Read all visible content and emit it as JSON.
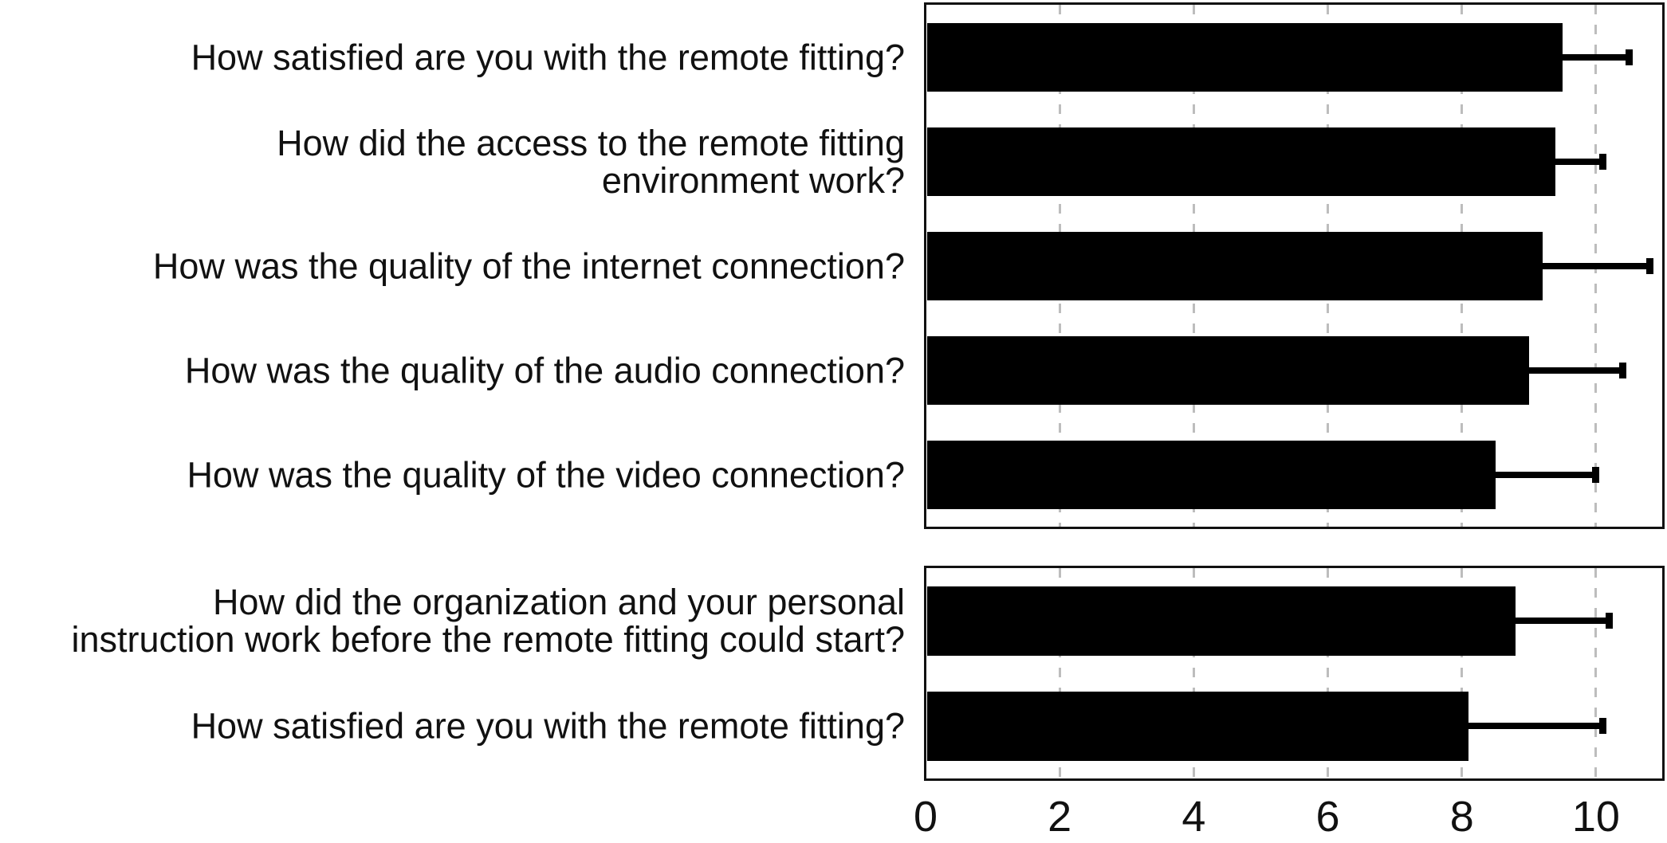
{
  "figure": {
    "description": "Two-panel horizontal bar chart of remote fitting survey questions, means with upper error bars, scale 0-10",
    "colors": {
      "background": "#ffffff",
      "bar": "#000000",
      "grid": "#bdbdbd",
      "frame": "#111111",
      "text": "#111111"
    }
  },
  "chart_data": {
    "type": "bar",
    "orientation": "horizontal",
    "xlabel": "",
    "ylabel": "",
    "xlim": [
      0,
      11
    ],
    "xticks": [
      0,
      2,
      4,
      6,
      8,
      10
    ],
    "xtick_labels": [
      "0",
      "2",
      "4",
      "6",
      "8",
      "10"
    ],
    "grid": "vertical dashed at ticks 2,4,6,8,10",
    "legend": "none",
    "error_bars": "upper only, black line with end cap",
    "panels": [
      {
        "name": "top-panel",
        "categories": [
          "How satisfied are you with the remote fitting?",
          "How did the access to the remote fitting\nenvironment work?",
          "How was the quality of the internet connection?",
          "How was the quality of the audio connection?",
          "How was the quality of the video connection?"
        ],
        "values": [
          9.5,
          9.4,
          9.2,
          9.0,
          8.5
        ],
        "errors_upper": [
          1.0,
          0.7,
          1.6,
          1.4,
          1.5
        ]
      },
      {
        "name": "bottom-panel",
        "categories": [
          "How did the organization and your personal\ninstruction work before the remote fitting could start?",
          "How satisfied are you with the remote fitting?"
        ],
        "values": [
          8.8,
          8.1
        ],
        "errors_upper": [
          1.4,
          2.0
        ]
      }
    ]
  }
}
